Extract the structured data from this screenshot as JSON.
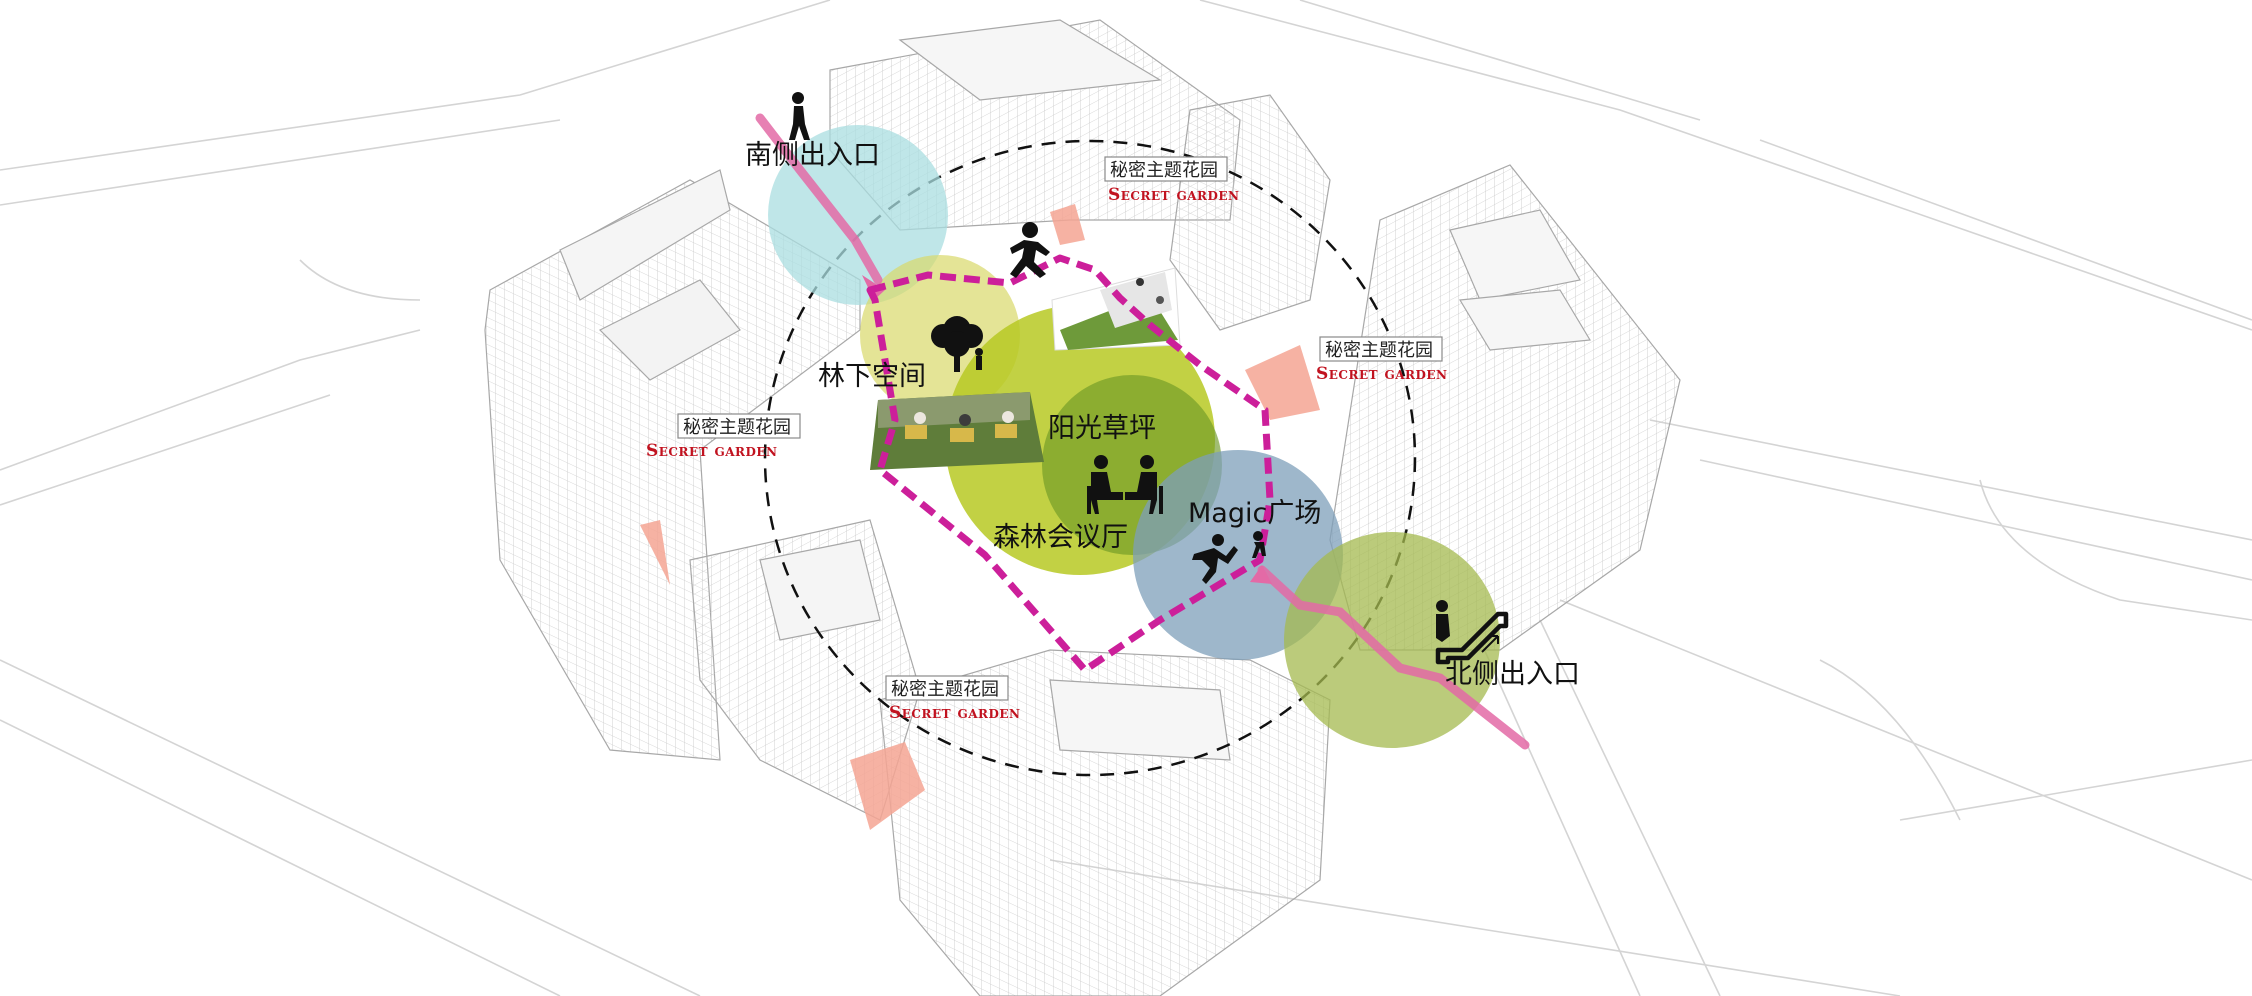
{
  "labels": {
    "south_entrance": "南侧出入口",
    "north_entrance": "北侧出入口",
    "under_trees": "林下空间",
    "sunny_lawn": "阳光草坪",
    "forest_hall": "森林会议厅",
    "magic_square": "Magic广场"
  },
  "secret_gardens": [
    {
      "zh": "秘密主题花园",
      "en": "Secret garden"
    },
    {
      "zh": "秘密主题花园",
      "en": "Secret garden"
    },
    {
      "zh": "秘密主题花园",
      "en": "Secret garden"
    },
    {
      "zh": "秘密主题花园",
      "en": "Secret garden"
    }
  ],
  "icons": [
    "walking-person-icon",
    "running-person-icon",
    "tree-icon",
    "seated-meeting-icon",
    "skateboarder-icon",
    "escalator-icon"
  ],
  "colors": {
    "path_magenta": "#cc1f9a",
    "entrance_pink": "#e36aa6",
    "cyan_zone": "#a9dde0",
    "yellow_zone": "#d8d96a",
    "lime_zone": "#b7c923",
    "green_zone": "#6f9a26",
    "blue_zone": "#7d9fba",
    "olive_zone": "#a4b94f",
    "garden_salmon": "#f4a493",
    "secret_red": "#c1121f"
  }
}
